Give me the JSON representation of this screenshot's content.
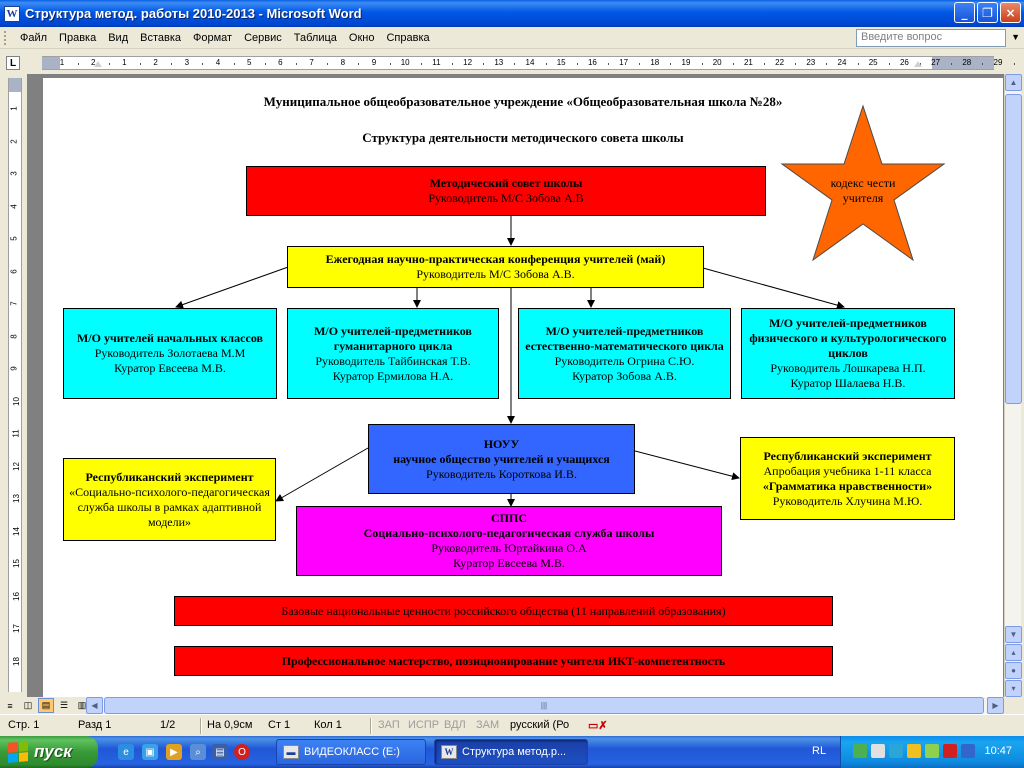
{
  "window": {
    "title": "Структура метод. работы 2010-2013 - Microsoft Word",
    "app_icon_letter": "W",
    "controls": [
      "_",
      "❐",
      "×"
    ]
  },
  "menu": {
    "items": [
      "Файл",
      "Правка",
      "Вид",
      "Вставка",
      "Формат",
      "Сервис",
      "Таблица",
      "Окно",
      "Справка"
    ],
    "ask_placeholder": "Введите вопрос"
  },
  "ruler": {
    "tab_selector": "L",
    "h_numbers": [
      "1",
      "2",
      "1",
      "2",
      "3",
      "4",
      "5",
      "6",
      "7",
      "8",
      "9",
      "10",
      "11",
      "12",
      "13",
      "14",
      "15",
      "16",
      "17",
      "18",
      "19",
      "20",
      "21",
      "22",
      "23",
      "24",
      "25",
      "26",
      "27",
      "28",
      "29"
    ],
    "v_numbers": [
      "1",
      "2",
      "3",
      "4",
      "5",
      "6",
      "7",
      "8",
      "9",
      "10",
      "11",
      "12",
      "13",
      "14",
      "15",
      "16",
      "17",
      "18"
    ]
  },
  "document": {
    "title1": "Муниципальное общеобразовательное учреждение «Общеобразовательная школа №28»",
    "title2": "Структура деятельности методического совета школы",
    "council": {
      "line1": "Методический совет школы",
      "line2": "Руководитель М/С Зобова А.В"
    },
    "star": {
      "text": "кодекс чести учителя",
      "color": "#ff6600"
    },
    "conference": {
      "line1": "Ежегодная научно-практическая конференция учителей (май)",
      "line2": "Руководитель М/С Зобова А.В."
    },
    "mo": [
      {
        "title": "М/О учителей начальных классов",
        "lead": "Руководитель Золотаева М.М",
        "curator": "Куратор Евсеева М.В."
      },
      {
        "title": "М/О учителей-предметников гуманитарного цикла",
        "lead": "Руководитель Тайбинская Т.В.",
        "curator": "Куратор Ермилова Н.А."
      },
      {
        "title": "М/О учителей-предметников естественно-математического цикла",
        "lead": "Руководитель Огрина С.Ю.",
        "curator": "Куратор Зобова А.В."
      },
      {
        "title": "М/О учителей-предметников физического и культурологического циклов",
        "lead": "Руководитель Лошкарева Н.П.",
        "curator": "Куратор Шалаева Н.В."
      }
    ],
    "nouu": {
      "line1": "НОУУ",
      "line2": "научное общество учителей и учащихся",
      "line3": "Руководитель Короткова И.В."
    },
    "exp_left": {
      "line1": "Республиканский эксперимент",
      "line2": "«Социально-психолого-педагогическая служба школы в рамках адаптивной модели»"
    },
    "exp_right": {
      "line1": "Республиканский эксперимент",
      "line2": "Апробация учебника 1-11 класса",
      "line3": "«Грамматика нравственности»",
      "line4": "Руководитель Хлучина М.Ю."
    },
    "spps": {
      "line1": "СППС",
      "line2": "Социально-психолого-педагогическая служба школы",
      "line3": "Руководитель Юртайкина О.А",
      "line4": "Куратор Евсеева М.В."
    },
    "bar1": "Базовые национальные ценности российского общества (11 направлений образования)",
    "bar2": "Профессиональное мастерство, позиционирование учителя ИКТ-компетентность"
  },
  "status": {
    "page": "Стр. 1",
    "section": "Разд 1",
    "pages": "1/2",
    "at": "На 0,9см",
    "line": "Ст 1",
    "col": "Кол 1",
    "rec": "ЗАП",
    "trk": "ИСПР",
    "ext": "ВДЛ",
    "ovr": "ЗАМ",
    "lang": "русский (Ро"
  },
  "taskbar": {
    "start": "пуск",
    "tasks": [
      {
        "label": "ВИДЕОКЛАСС (E:)",
        "active": false
      },
      {
        "label": "Структура метод.р...",
        "active": true
      }
    ],
    "lang": "RL",
    "time": "10:47"
  },
  "colors": {
    "red": "#ff0000",
    "yellow": "#ffff00",
    "cyan": "#00ffff",
    "blue": "#3366ff",
    "magenta": "#ff00ff",
    "star": "#ff6600"
  }
}
